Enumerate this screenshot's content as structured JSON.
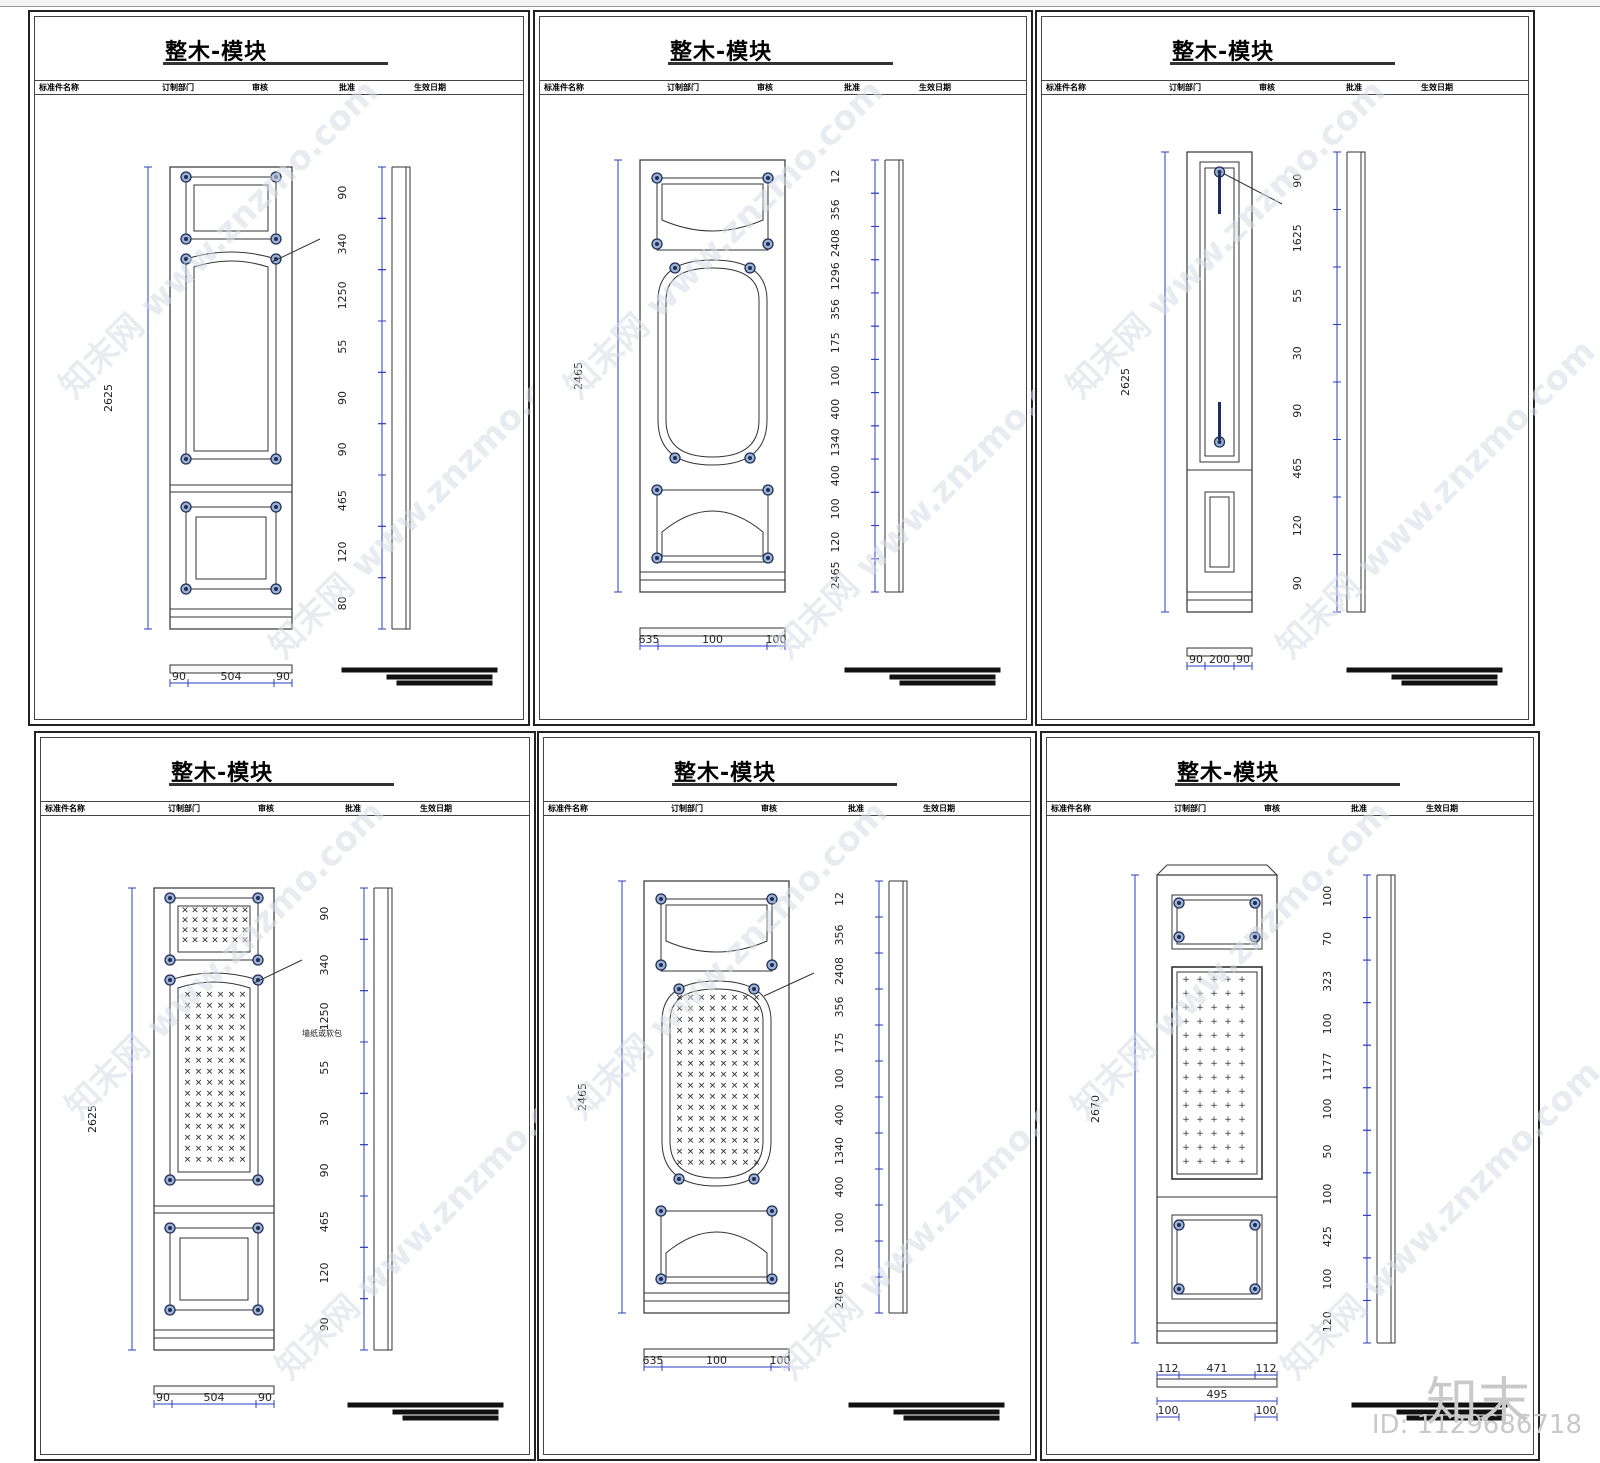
{
  "sheets": [
    {
      "title": "整木-模块",
      "header": [
        "标准件名称",
        "订制部门",
        "审核",
        "批准",
        "生效日期"
      ],
      "dims": {
        "height": "2625",
        "segs": [
          "90",
          "340",
          "1250",
          "55",
          "90",
          "90",
          "465",
          "120",
          "80"
        ],
        "bottom": [
          "90",
          "504",
          "90"
        ]
      }
    },
    {
      "title": "整木-模块",
      "header": [
        "标准件名称",
        "订制部门",
        "审核",
        "批准",
        "生效日期"
      ],
      "dims": {
        "height": "2465",
        "segs": [
          "12",
          "356",
          "2408",
          "1296",
          "356",
          "175",
          "100",
          "400",
          "1340",
          "400",
          "100",
          "120",
          "2465"
        ],
        "bottom": [
          "635",
          "100",
          "100"
        ]
      }
    },
    {
      "title": "整木-模块",
      "header": [
        "标准件名称",
        "订制部门",
        "审核",
        "批准",
        "生效日期"
      ],
      "dims": {
        "height": "2625",
        "segs": [
          "90",
          "1625",
          "55",
          "30",
          "90",
          "465",
          "120",
          "90"
        ],
        "bottom": [
          "90",
          "200",
          "90"
        ]
      }
    },
    {
      "title": "整木-模块",
      "header": [
        "标准件名称",
        "订制部门",
        "审核",
        "批准",
        "生效日期"
      ],
      "dims": {
        "height": "2625",
        "segs": [
          "90",
          "340",
          "1250",
          "55",
          "30",
          "90",
          "465",
          "120",
          "90"
        ],
        "bottom": [
          "90",
          "504",
          "90"
        ],
        "note": "墙纸或软包"
      }
    },
    {
      "title": "整木-模块",
      "header": [
        "标准件名称",
        "订制部门",
        "审核",
        "批准",
        "生效日期"
      ],
      "dims": {
        "height": "2465",
        "segs": [
          "12",
          "356",
          "2408",
          "356",
          "175",
          "100",
          "400",
          "1340",
          "400",
          "100",
          "120",
          "2465"
        ],
        "bottom": [
          "635",
          "100",
          "100"
        ]
      }
    },
    {
      "title": "整木-模块",
      "header": [
        "标准件名称",
        "订制部门",
        "审核",
        "批准",
        "生效日期"
      ],
      "dims": {
        "height": "2670",
        "segs": [
          "100",
          "70",
          "323",
          "100",
          "1177",
          "100",
          "50",
          "100",
          "425",
          "100",
          "120"
        ],
        "bottom": [
          "112",
          "471",
          "112",
          "495",
          "100",
          "100"
        ]
      }
    }
  ],
  "watermark": "知末网 www.znzmo.com",
  "logo": "知末",
  "id_text": "ID: 1129686718"
}
